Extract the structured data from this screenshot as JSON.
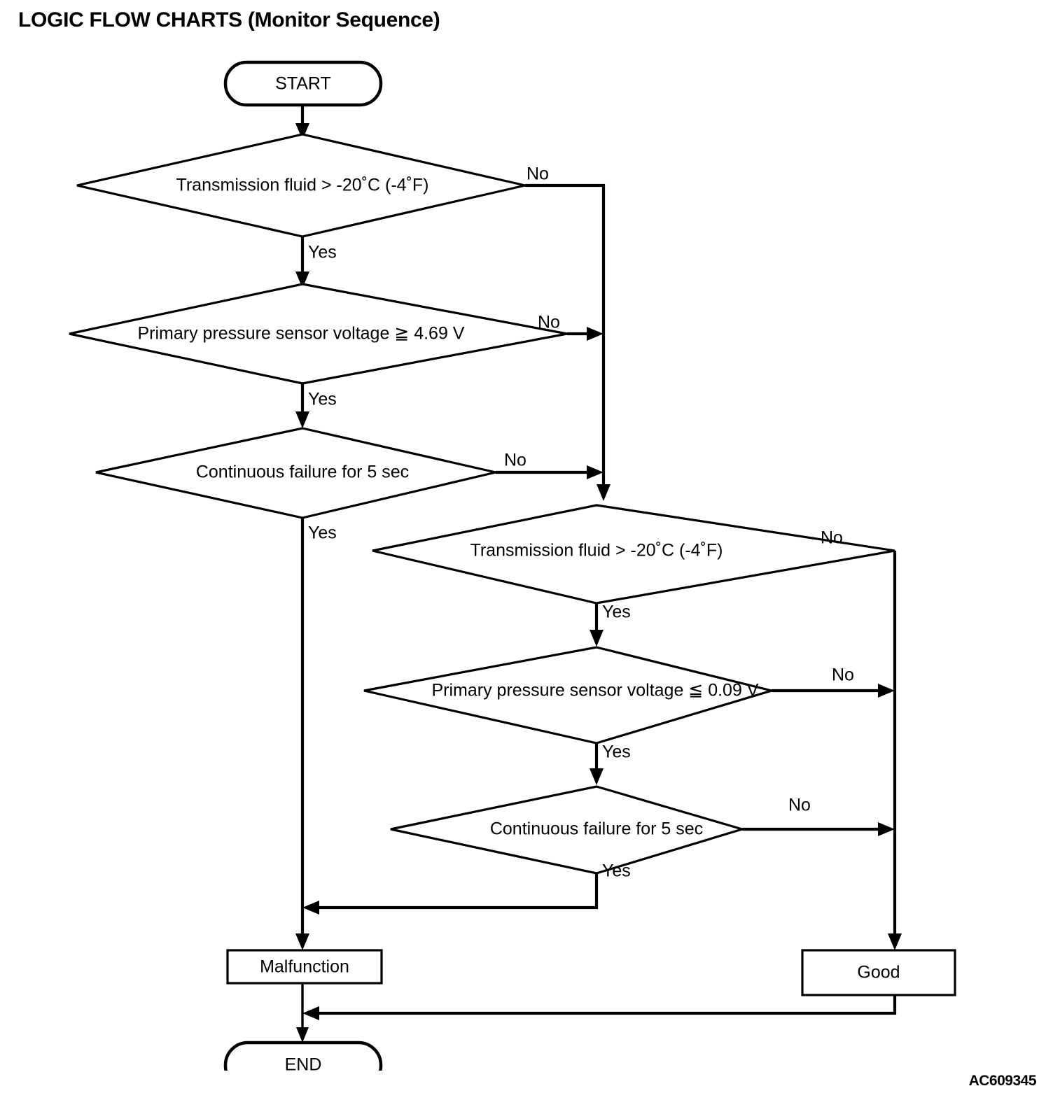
{
  "page": {
    "title": "LOGIC FLOW CHARTS (Monitor Sequence)",
    "doc_code": "AC609345",
    "ink_color": "#000000",
    "background_color": "#ffffff"
  },
  "chart_data": {
    "type": "diagram",
    "title": "LOGIC FLOW CHARTS (Monitor Sequence)",
    "nodes": [
      {
        "id": "start",
        "shape": "terminator",
        "label": "START"
      },
      {
        "id": "d1",
        "shape": "decision",
        "label": "Transmission fluid > -20˚C (-4˚F)"
      },
      {
        "id": "d2",
        "shape": "decision",
        "label": "Primary pressure sensor voltage ≧ 4.69 V"
      },
      {
        "id": "d3",
        "shape": "decision",
        "label": "Continuous failure for 5 sec"
      },
      {
        "id": "d4",
        "shape": "decision",
        "label": "Transmission fluid > -20˚C (-4˚F)"
      },
      {
        "id": "d5",
        "shape": "decision",
        "label": "Primary pressure sensor voltage ≦ 0.09 V"
      },
      {
        "id": "d6",
        "shape": "decision",
        "label": "Continuous failure for 5 sec"
      },
      {
        "id": "malfunction",
        "shape": "process",
        "label": "Malfunction"
      },
      {
        "id": "good",
        "shape": "process",
        "label": "Good"
      },
      {
        "id": "end",
        "shape": "terminator",
        "label": "END"
      }
    ],
    "edges": [
      {
        "from": "start",
        "to": "d1",
        "label": ""
      },
      {
        "from": "d1",
        "to": "d2",
        "label": "Yes"
      },
      {
        "from": "d1",
        "to": "d4",
        "label": "No"
      },
      {
        "from": "d2",
        "to": "d3",
        "label": "Yes"
      },
      {
        "from": "d2",
        "to": "d4",
        "label": "No"
      },
      {
        "from": "d3",
        "to": "malfunction",
        "label": "Yes"
      },
      {
        "from": "d3",
        "to": "d4",
        "label": "No"
      },
      {
        "from": "d4",
        "to": "d5",
        "label": "Yes"
      },
      {
        "from": "d4",
        "to": "good",
        "label": "No"
      },
      {
        "from": "d5",
        "to": "d6",
        "label": "Yes"
      },
      {
        "from": "d5",
        "to": "good",
        "label": "No"
      },
      {
        "from": "d6",
        "to": "malfunction",
        "label": "Yes"
      },
      {
        "from": "d6",
        "to": "good",
        "label": "No"
      },
      {
        "from": "malfunction",
        "to": "end",
        "label": ""
      },
      {
        "from": "good",
        "to": "end",
        "label": ""
      }
    ],
    "edge_labels": {
      "d1_no": "No",
      "d1_yes": "Yes",
      "d2_no": "No",
      "d2_yes": "Yes",
      "d3_no": "No",
      "d3_yes": "Yes",
      "d4_no": "No",
      "d4_yes": "Yes",
      "d5_no": "No",
      "d5_yes": "Yes",
      "d6_no": "No",
      "d6_yes": "Yes"
    }
  }
}
